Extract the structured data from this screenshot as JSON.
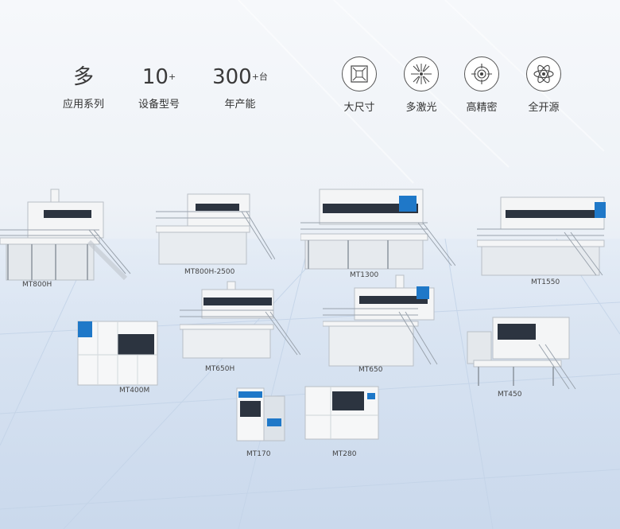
{
  "stats": [
    {
      "value": "多",
      "sup": "",
      "label": "应用系列"
    },
    {
      "value": "10",
      "sup": "+",
      "label": "设备型号"
    },
    {
      "value": "300",
      "sup": "+台",
      "label": "年产能"
    }
  ],
  "features": [
    {
      "icon": "expand-square-icon",
      "label": "大尺寸"
    },
    {
      "icon": "laser-burst-icon",
      "label": "多激光"
    },
    {
      "icon": "precision-target-icon",
      "label": "高精密"
    },
    {
      "icon": "atom-icon",
      "label": "全开源"
    }
  ],
  "machines": [
    "MT800H",
    "MT800H-2500",
    "MT1300",
    "MT1550",
    "MT400M",
    "MT650H",
    "MT650",
    "MT450",
    "MT170",
    "MT280"
  ],
  "colors": {
    "accent": "#1f78c8",
    "dark_panel": "#2c3440"
  }
}
